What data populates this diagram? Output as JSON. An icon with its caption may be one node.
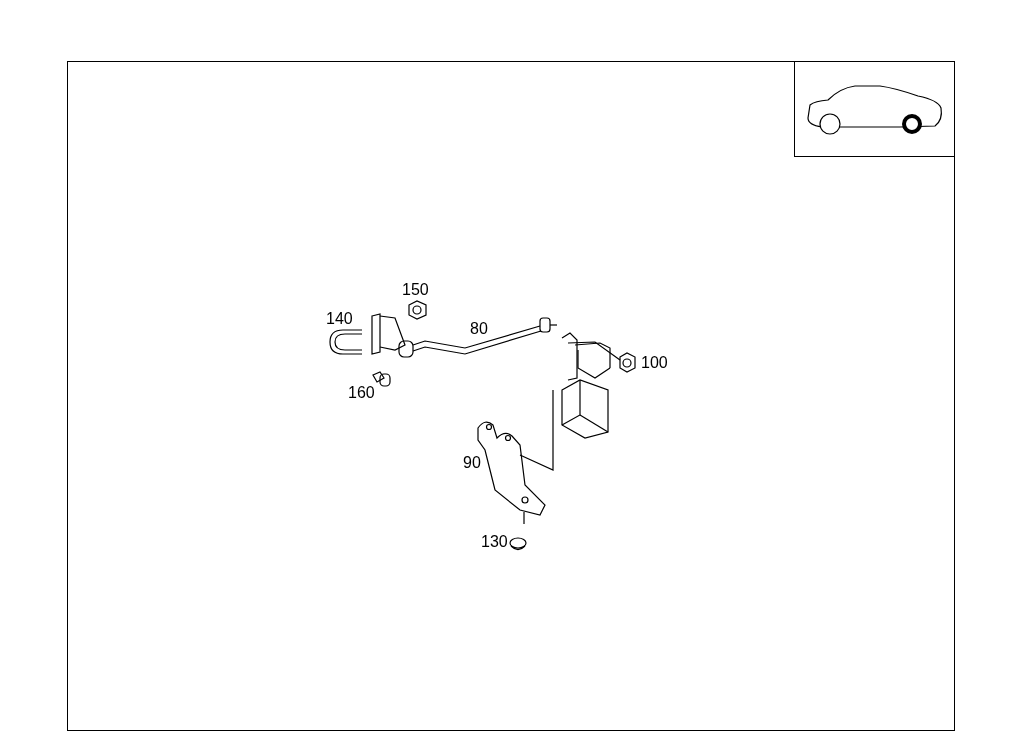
{
  "diagram": {
    "labels": [
      "150",
      "140",
      "80",
      "100",
      "160",
      "90",
      "130"
    ]
  }
}
